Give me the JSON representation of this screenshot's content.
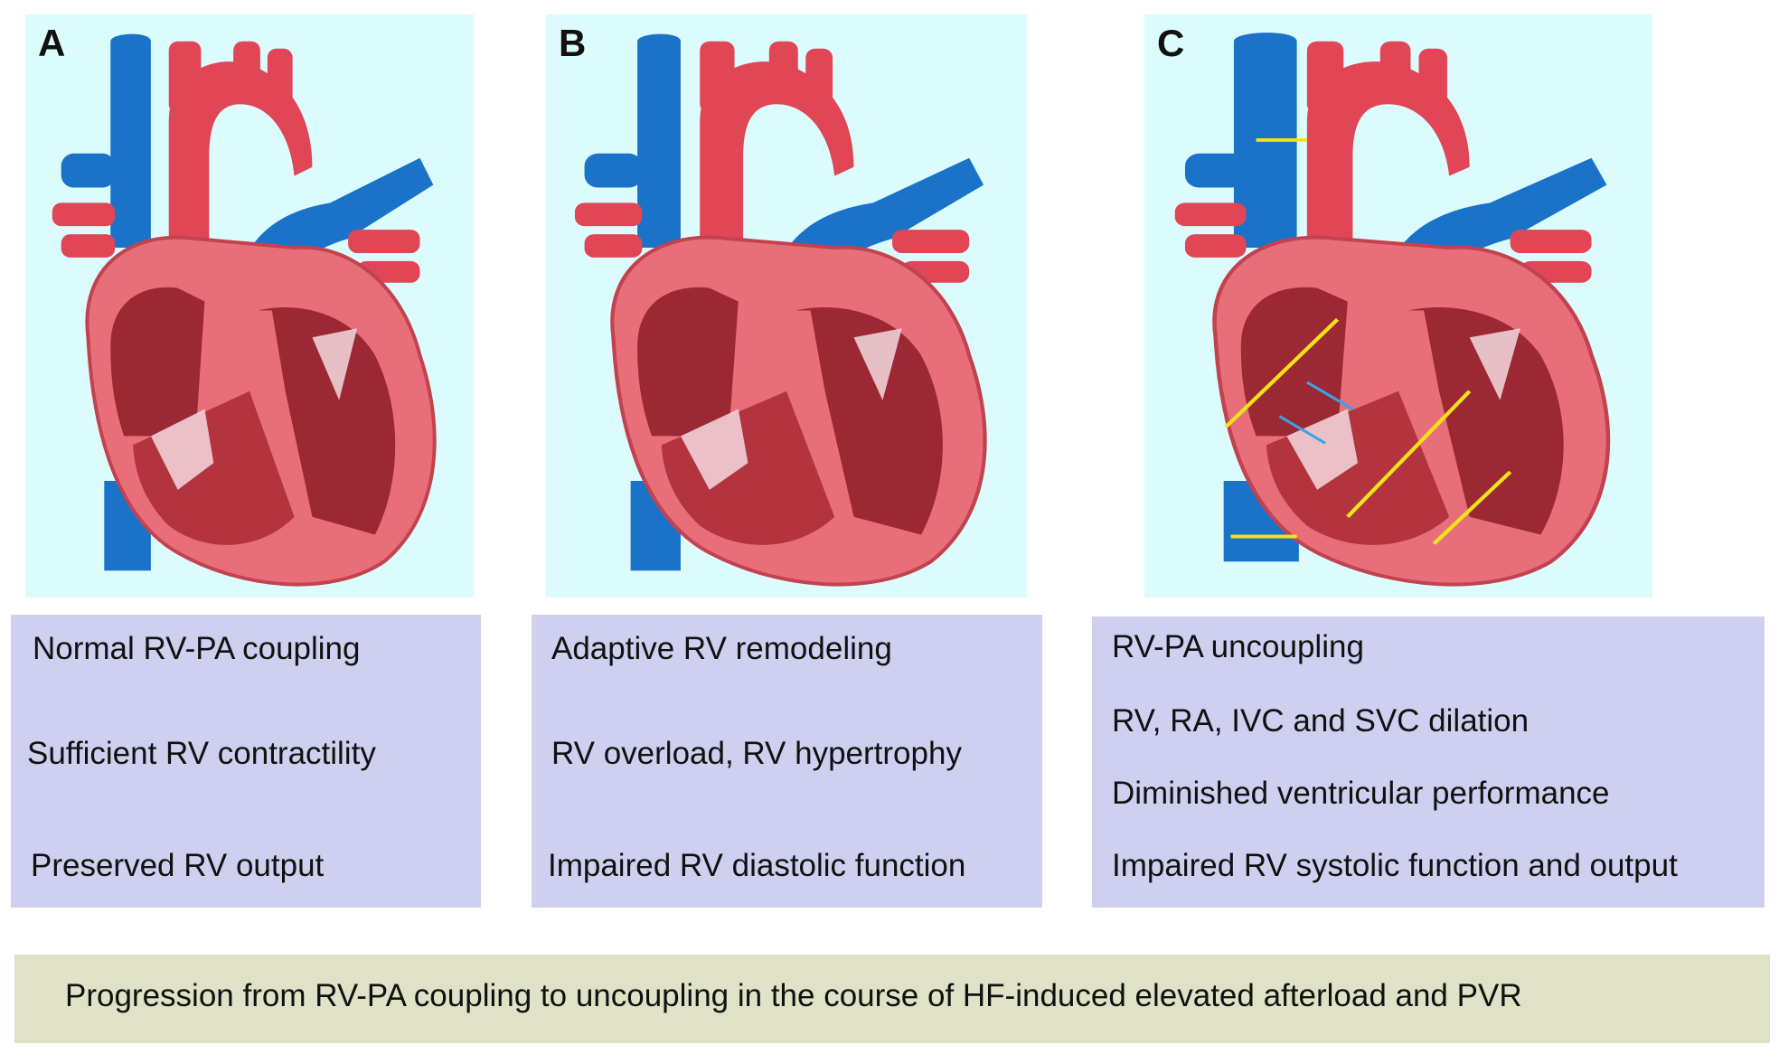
{
  "colors": {
    "panel_bg": "#dcfbfd",
    "textbox_bg": "#cfcff0",
    "footer_bg": "#dfe2c6",
    "vein_blue": "#1a73c9",
    "artery_red": "#e04656",
    "myocardium": "#e86f7a",
    "chamber_dark": "#9c2834",
    "arrow_yellow": "#f2e21a",
    "arrow_blue": "#39a3e6"
  },
  "panels": [
    {
      "letter": "A",
      "lines": [
        "Normal RV-PA coupling",
        "Sufficient RV contractility",
        "Preserved RV output"
      ]
    },
    {
      "letter": "B",
      "lines": [
        "Adaptive RV remodeling",
        "RV overload, RV hypertrophy",
        "Impaired RV diastolic function"
      ]
    },
    {
      "letter": "C",
      "lines": [
        "RV-PA uncoupling",
        "RV, RA, IVC and SVC dilation",
        "Diminished ventricular performance",
        "Impaired RV systolic function and output"
      ]
    }
  ],
  "footer": {
    "text": "Progression from RV-PA coupling to uncoupling in the course of HF-induced elevated afterload and PVR"
  }
}
